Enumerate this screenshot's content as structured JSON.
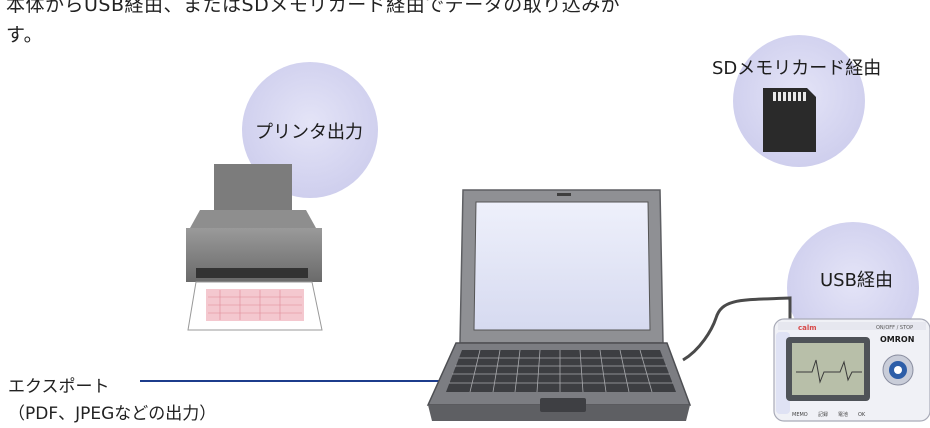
{
  "intro": {
    "line1": "本体からUSB経由、またはSDメモリカード経由でデータの取り込みが",
    "line2": "す。"
  },
  "labels": {
    "printer": "プリンタ出力",
    "sd": "SDメモリカード経由",
    "usb": "USB経由",
    "export_line1": "エクスポート",
    "export_line2": "（PDF、JPEGなどの出力）"
  },
  "device": {
    "brand": "OMRON",
    "model_tag": "calm",
    "button_label": "ON/OFF / STOP",
    "bottom_labels": [
      "MEMO",
      "記録",
      "電池",
      "OK"
    ]
  },
  "colors": {
    "circle": "#d4d4f0",
    "export_line": "#1c3c8c",
    "cable": "#4a4a4a"
  }
}
